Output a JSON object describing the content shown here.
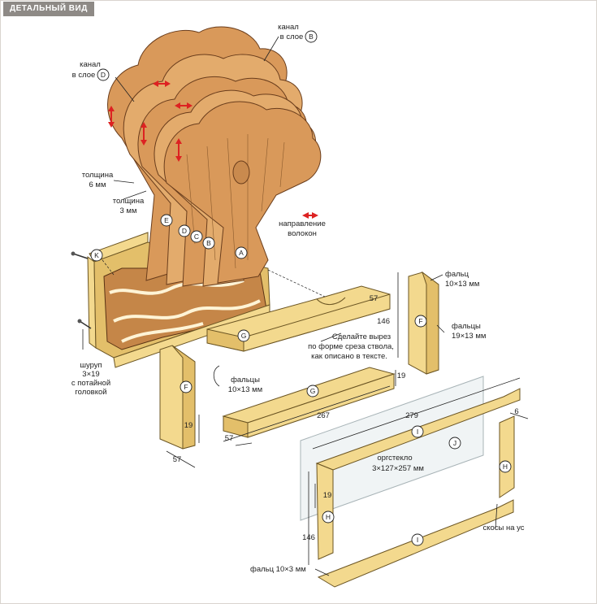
{
  "header": {
    "title": "ДЕТАЛЬНЫЙ ВИД"
  },
  "labels": {
    "channel_b": [
      "канал",
      "в слое"
    ],
    "channel_d": [
      "канал",
      "в слое"
    ],
    "thickness_6": [
      "толщина",
      "6 мм"
    ],
    "thickness_3": [
      "толщина",
      "3 мм"
    ],
    "grain": [
      "направление",
      "волокон"
    ],
    "rabbet_f_top": [
      "фальц",
      "10×13 мм"
    ],
    "rabbet_f_side": [
      "фальцы",
      "19×13 мм"
    ],
    "cutout": [
      "Сделайте вырез",
      "по форме среза ствола,",
      "как описано в тексте."
    ],
    "rabbets_g": [
      "фальцы",
      "10×13 мм"
    ],
    "screw": [
      "шуруп",
      "3×19",
      "с потайной",
      "головкой"
    ],
    "plexi": [
      "оргстекло",
      "3×127×257 мм"
    ],
    "miter": "скосы на ус",
    "rabbet_bottom": "фальц 10×3 мм"
  },
  "parts": {
    "a": "A",
    "b": "B",
    "c": "C",
    "d": "D",
    "e": "E",
    "f": "F",
    "g": "G",
    "h": "H",
    "i": "I",
    "j": "J",
    "k": "K"
  },
  "dims": {
    "d57_g": "57",
    "d146_f": "146",
    "d19_g": "19",
    "d267": "267",
    "d57_bottom": "57",
    "d19_f": "19",
    "d57_f": "57",
    "d279": "279",
    "d6": "6",
    "d19_h": "19",
    "d146_h": "146"
  }
}
